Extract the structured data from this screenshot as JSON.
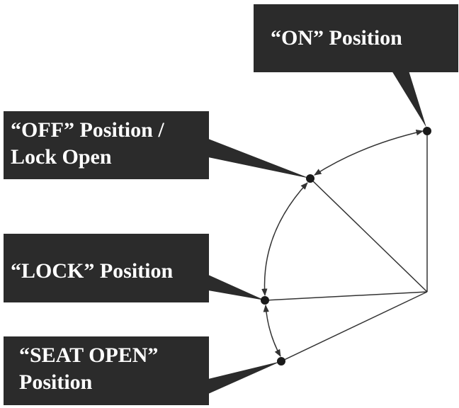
{
  "labels": {
    "on": [
      "“ON” Position"
    ],
    "off": [
      "“OFF” Position /",
      "Lock Open"
    ],
    "lock": [
      "“LOCK” Position"
    ],
    "seat_open": [
      "“SEAT OPEN”",
      "Position"
    ]
  },
  "colors": {
    "box_fill": "#2b2b2b",
    "box_text": "#ffffff",
    "line": "#333333",
    "dot": "#1a1a1a"
  }
}
